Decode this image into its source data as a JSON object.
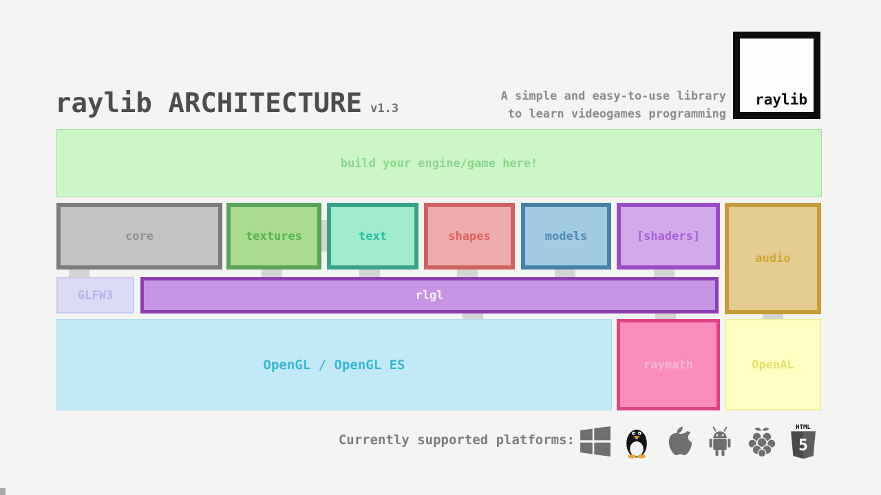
{
  "header": {
    "title": "raylib ARCHITECTURE",
    "version": "v1.3",
    "tagline_line1": "A simple and easy-to-use library",
    "tagline_line2": "to learn videogames programming"
  },
  "logo": {
    "label": "raylib"
  },
  "engine_box": {
    "label": "build your engine/game here!",
    "fill": "#ccf6c6",
    "border": "#a5dda0",
    "text_color": "#8cd48c"
  },
  "modules": [
    {
      "id": "core",
      "label": "core",
      "border": "#7c7c7c",
      "fill": "#c3c3c3",
      "text_color": "#909090"
    },
    {
      "id": "textures",
      "label": "textures",
      "border": "#5ba25b",
      "fill": "#a9dc8e",
      "text_color": "#55b155"
    },
    {
      "id": "text",
      "label": "text",
      "border": "#38a389",
      "fill": "#a1eccd",
      "text_color": "#26bd9d"
    },
    {
      "id": "shapes",
      "label": "shapes",
      "border": "#d06161",
      "fill": "#eeacac",
      "text_color": "#e15e5e"
    },
    {
      "id": "models",
      "label": "models",
      "border": "#4682a8",
      "fill": "#a2cae2",
      "text_color": "#4b89b2"
    },
    {
      "id": "shaders",
      "label": "[shaders]",
      "border": "#9a4cc4",
      "fill": "#d2aaeb",
      "text_color": "#a65ed6"
    },
    {
      "id": "audio",
      "label": "audio",
      "border": "#c59b3b",
      "fill": "#e5cc90",
      "text_color": "#cfa636"
    }
  ],
  "middle_layer": {
    "glfw3": {
      "label": "GLFW3",
      "border": "#c9c9ef",
      "fill": "#dbdbf6",
      "text_color": "#b3b3ea"
    },
    "rlgl": {
      "label": "rlgl",
      "border": "#8d3fb0",
      "fill": "#c795e3",
      "text_color": "#f7f1fb"
    }
  },
  "bottom_layer": {
    "opengl": {
      "label": "OpenGL / OpenGL ES",
      "fill": "#c2e9f7",
      "text_color": "#3ab6cf"
    },
    "raymath": {
      "label": "raymath",
      "border": "#df4387",
      "fill": "#fb8dbd",
      "text_color": "#f9b4d2"
    },
    "openal": {
      "label": "OpenAL",
      "fill": "#ffffc3",
      "text_color": "#e2e26d"
    }
  },
  "platforms": {
    "label": "Currently supported platforms:",
    "icons": [
      "windows-icon",
      "linux-icon",
      "apple-icon",
      "android-icon",
      "raspberrypi-icon",
      "html5-icon"
    ],
    "html5": {
      "top_text": "HTML",
      "number": "5"
    }
  }
}
